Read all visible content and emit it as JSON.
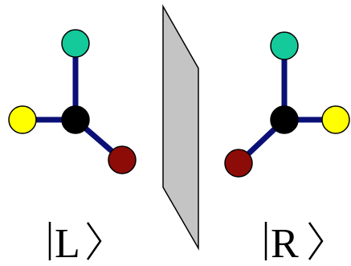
{
  "colors": {
    "bond": "#0a1075",
    "center_atom": "#000000",
    "top_atom": "#14c99a",
    "side_atom": "#ffff00",
    "bottom_atom": "#8e0c08",
    "mirror_fill": "#c4c4c4",
    "mirror_stroke": "#000000",
    "text": "#000000"
  },
  "left_molecule": {
    "label": "|L⟩",
    "letter": "L"
  },
  "right_molecule": {
    "label": "|R⟩",
    "letter": "R"
  },
  "mirror": {
    "icon": "mirror-plane"
  }
}
